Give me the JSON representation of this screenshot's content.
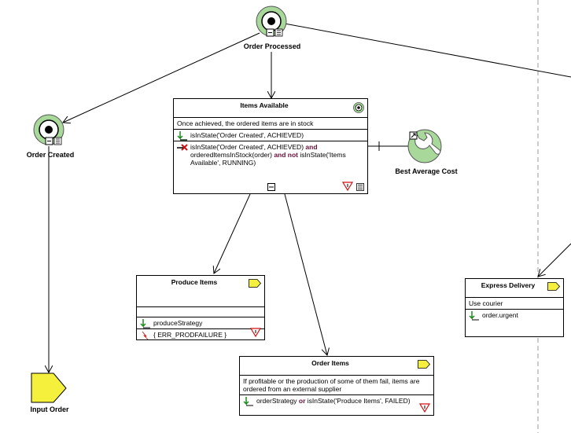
{
  "goals": {
    "order_processed": {
      "label": "Order Processed"
    },
    "order_created": {
      "label": "Order Created"
    }
  },
  "items_available": {
    "title": "Items Available",
    "description": "Once achieved, the ordered items are in stock",
    "activation": "isInState('Order Created', ACHIEVED)",
    "failure_parts": [
      "isInState('Order Created', ACHIEVED)",
      "and",
      "orderedItemsInStock(order)",
      "and not",
      "isInState('Items Available', RUNNING)"
    ]
  },
  "best_average_cost": {
    "label": "Best Average Cost"
  },
  "produce_items": {
    "title": "Produce Items",
    "strategy": "produceStrategy",
    "error": "{ ERR_PRODFAILURE }"
  },
  "order_items": {
    "title": "Order Items",
    "description": "If profitable or the production of some of them fail, items are ordered from an external supplier",
    "condition_parts": [
      "orderStrategy",
      "or",
      "isInState('Produce Items', FAILED)"
    ]
  },
  "express_delivery": {
    "title": "Express Delivery",
    "description": "Use courier",
    "condition": "order.urgent"
  },
  "input_order": {
    "label": "Input Order"
  },
  "colors": {
    "goal_ring": "#a8d89a",
    "tag_fill": "#f5f03c",
    "keyword": "#6a0f3a",
    "red": "#d01010",
    "green": "#1a8a1a"
  }
}
